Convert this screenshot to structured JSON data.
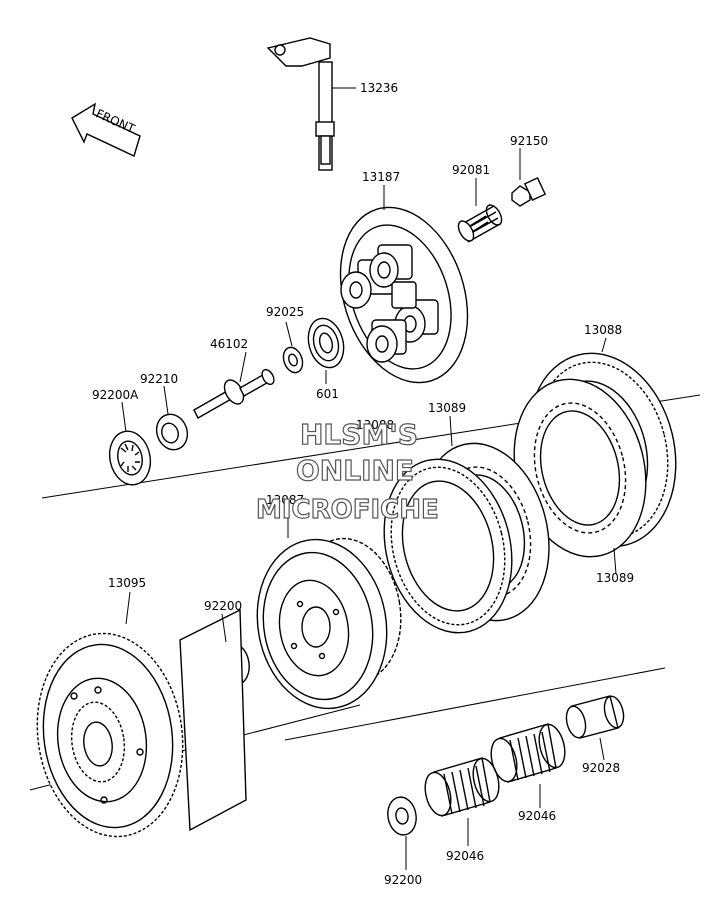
{
  "front_indicator": "FRONT",
  "watermark": [
    "HLSM'S",
    "ONLINE",
    "MICROFICHE"
  ],
  "part_labels": {
    "p13236": "13236",
    "p92150": "92150",
    "p92081": "92081",
    "p13187": "13187",
    "p92025": "92025",
    "p46102": "46102",
    "p601": "601",
    "p92210": "92210",
    "p92200A": "92200A",
    "p13088a": "13088",
    "p13088b": "13088",
    "p13089a": "13089",
    "p13089b": "13089",
    "p13087": "13087",
    "p13095": "13095",
    "p92200a": "92200",
    "p92200b": "92200",
    "p92028": "92028",
    "p92046a": "92046",
    "p92046b": "92046"
  }
}
